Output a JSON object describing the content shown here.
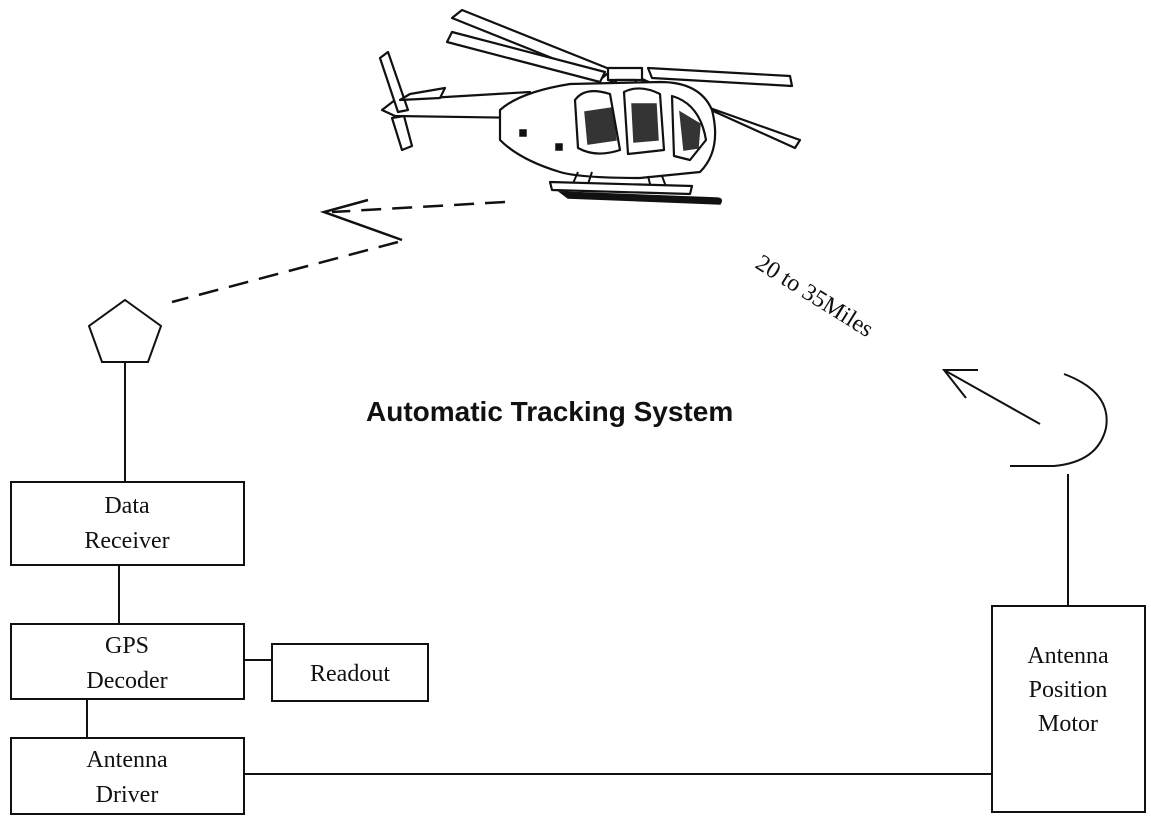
{
  "title": "Automatic Tracking  System",
  "range_label": "20 to 35Miles",
  "blocks": {
    "data_receiver": [
      "Data",
      "Receiver"
    ],
    "gps_decoder": [
      "GPS",
      "Decoder"
    ],
    "readout": "Readout",
    "antenna_driver": [
      "Antenna",
      "Driver"
    ],
    "antenna_position_motor": [
      "Antenna",
      "Position",
      "Motor"
    ]
  }
}
